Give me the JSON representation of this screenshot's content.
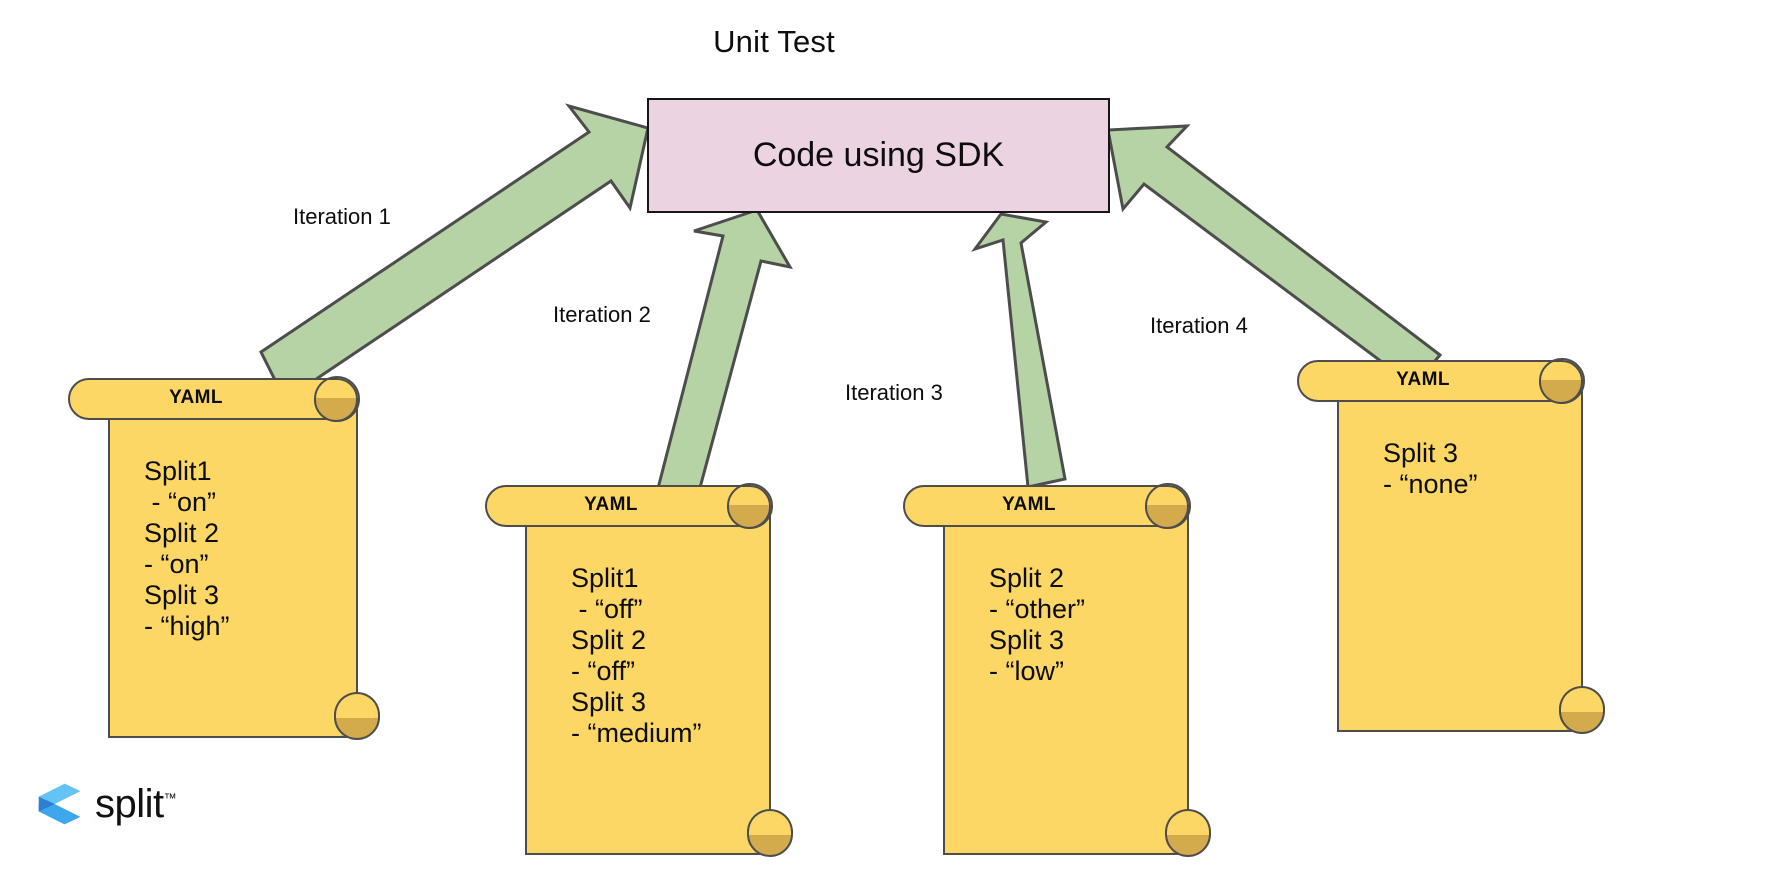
{
  "diagram": {
    "title": "Unit Test",
    "center_node": {
      "label": "Code using SDK",
      "fill": "#ebd3e1",
      "stroke": "#161616"
    },
    "arrow_color": "#b5d3a4",
    "arrow_stroke": "#4d4d4d",
    "iterations": [
      {
        "label": "Iteration 1"
      },
      {
        "label": "Iteration 2"
      },
      {
        "label": "Iteration 3"
      },
      {
        "label": "Iteration 4"
      }
    ],
    "scrolls": [
      {
        "header": "YAML",
        "body": "Split1\n - “on”\nSplit 2\n- “on”\nSplit 3\n- “high”",
        "fill": "#fcd766",
        "curl_fill": "#d3ab4c"
      },
      {
        "header": "YAML",
        "body": "Split1\n - “off”\nSplit 2\n- “off”\nSplit 3\n- “medium”",
        "fill": "#fcd766",
        "curl_fill": "#d3ab4c"
      },
      {
        "header": "YAML",
        "body": "Split 2\n- “other”\nSplit 3\n- “low”",
        "fill": "#fcd766",
        "curl_fill": "#d3ab4c"
      },
      {
        "header": "YAML",
        "body": "Split 3\n- “none”",
        "fill": "#fcd766",
        "curl_fill": "#d3ab4c"
      }
    ]
  },
  "branding": {
    "wordmark": "split",
    "trademark": "™",
    "logo_colors": {
      "dark": "#2b7fd4",
      "mid": "#2f90e8",
      "light": "#64c3f5"
    }
  }
}
